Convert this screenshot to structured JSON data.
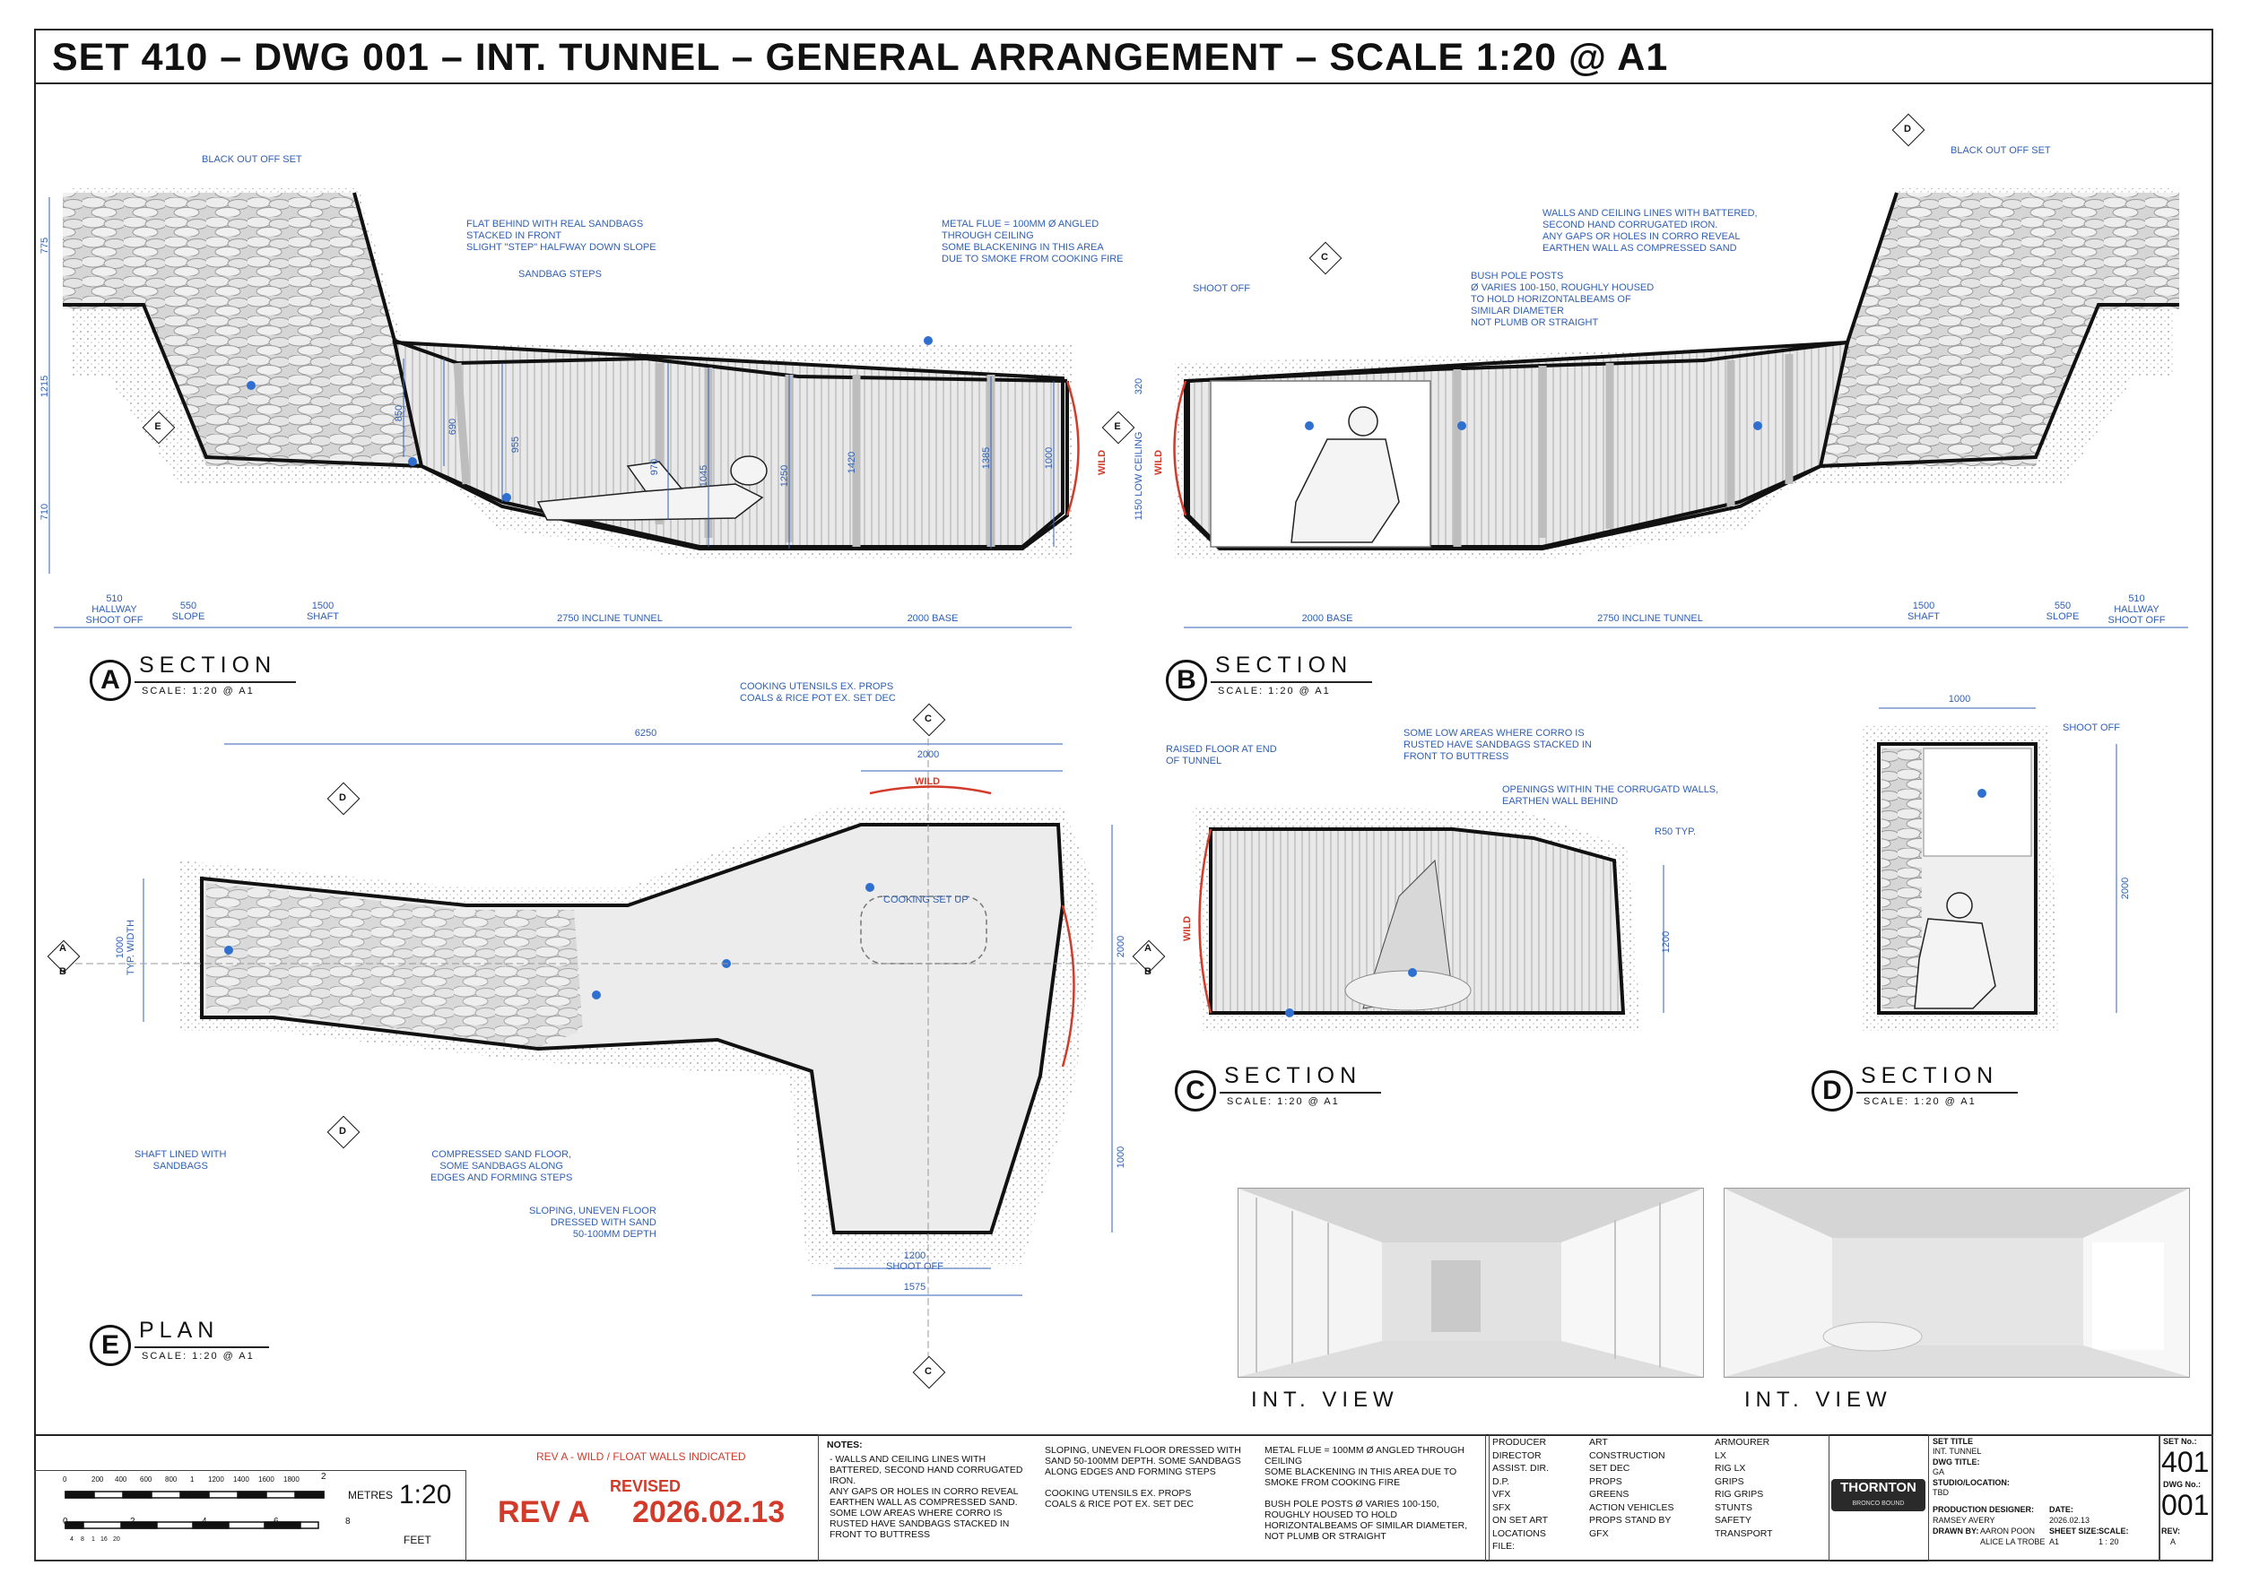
{
  "title": "SET 410   –   DWG 001   –   INT. TUNNEL   –   GENERAL ARRANGEMENT   –   SCALE 1:20 @ A1",
  "section_a": {
    "letter": "A",
    "title": "SECTION",
    "scale": "SCALE: 1:20 @ A1",
    "notes": {
      "black_out": "BLACK OUT OFF SET",
      "flat_behind": "FLAT BEHIND WITH REAL SANDBAGS\nSTACKED IN FRONT\nSLIGHT \"STEP\" HALFWAY DOWN SLOPE",
      "sandbag_steps": "SANDBAG STEPS",
      "metal_flue": "METAL FLUE = 100MM Ø ANGLED\nTHROUGH CEILING\nSOME BLACKENING IN THIS AREA\nDUE TO SMOKE FROM COOKING FIRE"
    },
    "dims_bottom": [
      {
        "label": "510\nHALLWAY\nSHOOT OFF"
      },
      {
        "label": "550\nSLOPE"
      },
      {
        "label": "1500\nSHAFT"
      },
      {
        "label": "2750 INCLINE TUNNEL"
      },
      {
        "label": "2000 BASE"
      }
    ],
    "dims_side": [
      "775",
      "1215",
      "710"
    ],
    "dims_inner": [
      "850",
      "690",
      "955",
      "970",
      "1045",
      "1250",
      "1420",
      "1385",
      "1000"
    ],
    "wild": "WILD"
  },
  "section_b": {
    "letter": "B",
    "title": "SECTION",
    "scale": "SCALE: 1:20 @ A1",
    "notes": {
      "shoot_off": "SHOOT OFF",
      "bush_pole": "BUSH POLE POSTS\nØ VARIES 100-150, ROUGHLY HOUSED\nTO HOLD HORIZONTALBEAMS OF\nSIMILAR DIAMETER\nNOT PLUMB OR STRAIGHT",
      "walls_ceiling": "WALLS AND CEILING LINES WITH BATTERED,\nSECOND HAND CORRUGATED IRON.\nANY GAPS OR HOLES IN CORRO REVEAL\nEARTHEN WALL AS COMPRESSED SAND",
      "black_out": "BLACK OUT OFF SET"
    },
    "dims_bottom": [
      {
        "label": "2000 BASE"
      },
      {
        "label": "2750 INCLINE TUNNEL"
      },
      {
        "label": "1500\nSHAFT"
      },
      {
        "label": "550\nSLOPE"
      },
      {
        "label": "510\nHALLWAY\nSHOOT OFF"
      }
    ],
    "dims_side": [
      "320",
      "1150 LOW CEILING"
    ],
    "wild": "WILD"
  },
  "section_c": {
    "letter": "C",
    "title": "SECTION",
    "scale": "SCALE: 1:20 @ A1",
    "notes": {
      "raised_floor": "RAISED FLOOR AT END\nOF TUNNEL",
      "low_areas": "SOME LOW AREAS WHERE CORRO IS\nRUSTED HAVE SANDBAGS STACKED IN\nFRONT TO BUTTRESS",
      "openings": "OPENINGS WITHIN THE CORRUGATD WALLS,\nEARTHEN WALL BEHIND",
      "r50": "R50 TYP."
    },
    "dims": [
      "1200"
    ],
    "wild": "WILD"
  },
  "section_d": {
    "letter": "D",
    "title": "SECTION",
    "scale": "SCALE: 1:20 @ A1",
    "notes": {
      "shoot_off": "SHOOT OFF"
    },
    "dims": [
      "1000",
      "2000"
    ]
  },
  "plan_e": {
    "letter": "E",
    "title": "PLAN",
    "scale": "SCALE: 1:20 @ A1",
    "notes": {
      "cooking_utensils": "COOKING UTENSILS EX. PROPS\nCOALS & RICE POT EX. SET DEC",
      "cooking_setup": "COOKING SET UP",
      "shaft_lined": "SHAFT LINED WITH\nSANDBAGS",
      "compressed_sand": "COMPRESSED SAND FLOOR,\nSOME SANDBAGS ALONG\nEDGES AND FORMING STEPS",
      "sloping": "SLOPING, UNEVEN FLOOR\nDRESSED WITH SAND\n50-100MM DEPTH"
    },
    "dims": {
      "overall": "6250",
      "width_top": "2000",
      "typ_width": "1000\nTYP. WIDTH",
      "right_height": "2000",
      "lower_height": "1000",
      "shoot_off": "1200\nSHOOT OFF",
      "bottom": "1575"
    },
    "wild": "WILD"
  },
  "markers": {
    "a": "A",
    "b": "B",
    "c": "C",
    "d": "D",
    "e": "E"
  },
  "int_view_1": "INT. VIEW",
  "int_view_2": "INT. VIEW",
  "scale_bar": {
    "metres_label": "METRES",
    "feet_label": "FEET",
    "ratio": "1:20",
    "metre_ticks": [
      "0",
      "200",
      "400",
      "600",
      "800",
      "1",
      "1200",
      "1400",
      "1600",
      "1800",
      "2"
    ],
    "feet_ticks": [
      "0",
      "2",
      "4",
      "6",
      "8"
    ],
    "feet_sub_ticks": [
      "4",
      "8",
      "1",
      "16",
      "20"
    ]
  },
  "revision": {
    "note": "REV A - WILD / FLOAT WALLS INDICATED",
    "revised": "REVISED",
    "rev": "REV A",
    "date": "2026.02.13"
  },
  "notes_block": {
    "heading": "NOTES:",
    "col1": "- WALLS AND CEILING LINES WITH\nBATTERED, SECOND HAND CORRUGATED\nIRON.\nANY GAPS OR HOLES IN CORRO REVEAL\nEARTHEN WALL AS COMPRESSED SAND.\nSOME LOW AREAS WHERE CORRO IS\nRUSTED HAVE SANDBAGS STACKED IN\nFRONT TO BUTTRESS",
    "col2": "SLOPING, UNEVEN FLOOR DRESSED WITH\nSAND 50-100MM DEPTH. SOME SANDBAGS\nALONG EDGES AND FORMING STEPS\n\nCOOKING UTENSILS EX. PROPS\nCOALS & RICE POT EX. SET DEC",
    "col3": "METAL FLUE = 100MM Ø ANGLED THROUGH\nCEILING\nSOME BLACKENING IN THIS AREA DUE TO\nSMOKE FROM COOKING FIRE\n\nBUSH POLE POSTS Ø VARIES 100-150,\nROUGHLY HOUSED TO HOLD\nHORIZONTALBEAMS OF SIMILAR DIAMETER,\nNOT PLUMB OR STRAIGHT"
  },
  "departments": {
    "col1": [
      "PRODUCER",
      "DIRECTOR",
      "ASSIST. DIR.",
      "D.P.",
      "VFX",
      "SFX",
      "ON SET ART",
      "LOCATIONS",
      "FILE:"
    ],
    "col2": [
      "ART",
      "CONSTRUCTION",
      "SET DEC",
      "PROPS",
      "GREENS",
      "ACTION VEHICLES",
      "PROPS STAND BY",
      "GFX"
    ],
    "col3": [
      "ARMOURER",
      "LX",
      "RIG LX",
      "GRIPS",
      "RIG GRIPS",
      "STUNTS",
      "SAFETY",
      "TRANSPORT"
    ]
  },
  "logo": {
    "name": "THORNTON",
    "sub": "BRONCO  BOUND"
  },
  "title_info": {
    "set_title_label": "SET TITLE",
    "set_title": "INT. TUNNEL",
    "dwg_title_label": "DWG TITLE:",
    "dwg_title": "GA",
    "studio_label": "STUDIO/LOCATION:",
    "studio": "TBD",
    "designer_label": "PRODUCTION DESIGNER:",
    "designer": "RAMSEY AVERY",
    "date_label": "DATE:",
    "date": "2026.02.13",
    "drawn_label": "DRAWN BY:",
    "drawn": "AARON POON\nALICE LA TROBE",
    "sheet_size_label": "SHEET SIZE:",
    "sheet_size": "A1",
    "scale_label": "SCALE:",
    "scale": "1 : 20",
    "rev_label": "REV:",
    "rev": "A",
    "set_no_label": "SET No.:",
    "set_no": "401",
    "dwg_no_label": "DWG No.:",
    "dwg_no": "001"
  }
}
